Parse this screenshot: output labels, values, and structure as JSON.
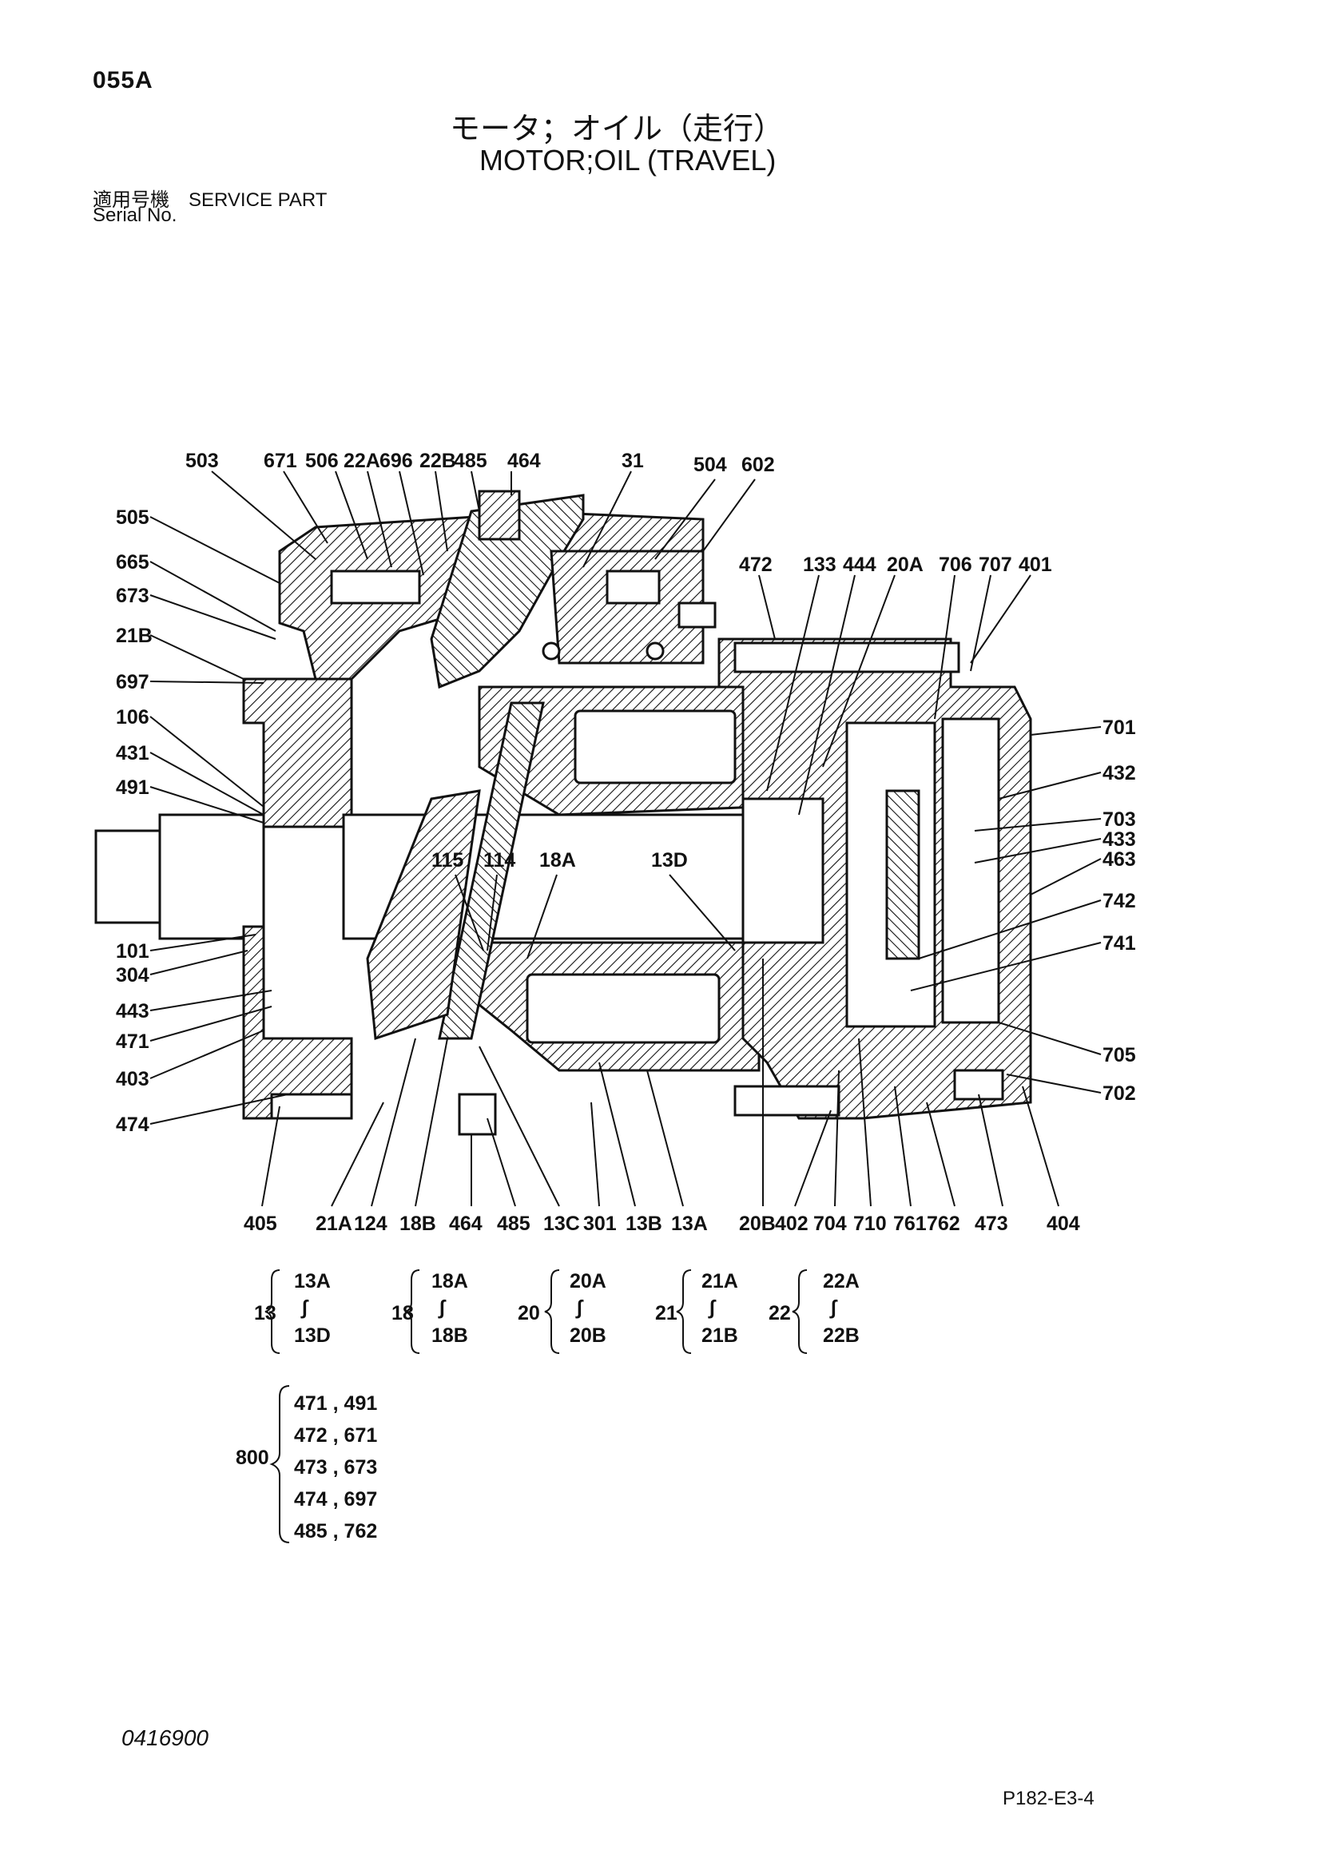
{
  "header": {
    "code": "055A",
    "title_jp": "モータ；オイル（走行）",
    "title_en": "MOTOR;OIL (TRAVEL)",
    "service_line": "適用号機　SERVICE PART",
    "serial_line": "Serial No."
  },
  "footer": {
    "doc_number": "0416900",
    "page_ref": "P182-E3-4"
  },
  "labels": {
    "top": [
      "503",
      "671",
      "506",
      "22A",
      "696",
      "22B",
      "485",
      "464",
      "31",
      "504",
      "602",
      "472",
      "133",
      "444",
      "20A",
      "706",
      "707",
      "401"
    ],
    "left": [
      "505",
      "665",
      "673",
      "21B",
      "697",
      "106",
      "431",
      "491",
      "101",
      "304",
      "443",
      "471",
      "403",
      "474"
    ],
    "right": [
      "701",
      "432",
      "703",
      "433",
      "463",
      "742",
      "741",
      "705",
      "702"
    ],
    "bottom": [
      "405",
      "21A",
      "124",
      "18B",
      "464",
      "485",
      "13C",
      "301",
      "13B",
      "13A",
      "20B",
      "402",
      "704",
      "710",
      "761",
      "762",
      "473",
      "404"
    ],
    "center": [
      "115",
      "114",
      "18A",
      "13D"
    ]
  },
  "groups": [
    {
      "id": "13",
      "from": "13A",
      "to": "13D"
    },
    {
      "id": "18",
      "from": "18A",
      "to": "18B"
    },
    {
      "id": "20",
      "from": "20A",
      "to": "20B"
    },
    {
      "id": "21",
      "from": "21A",
      "to": "21B"
    },
    {
      "id": "22",
      "from": "22A",
      "to": "22B"
    }
  ],
  "kit": {
    "id": "800",
    "rows": [
      "471 , 491",
      "472 , 671",
      "473 , 673",
      "474 , 697",
      "485 , 762"
    ]
  },
  "group_tilde": "∫"
}
